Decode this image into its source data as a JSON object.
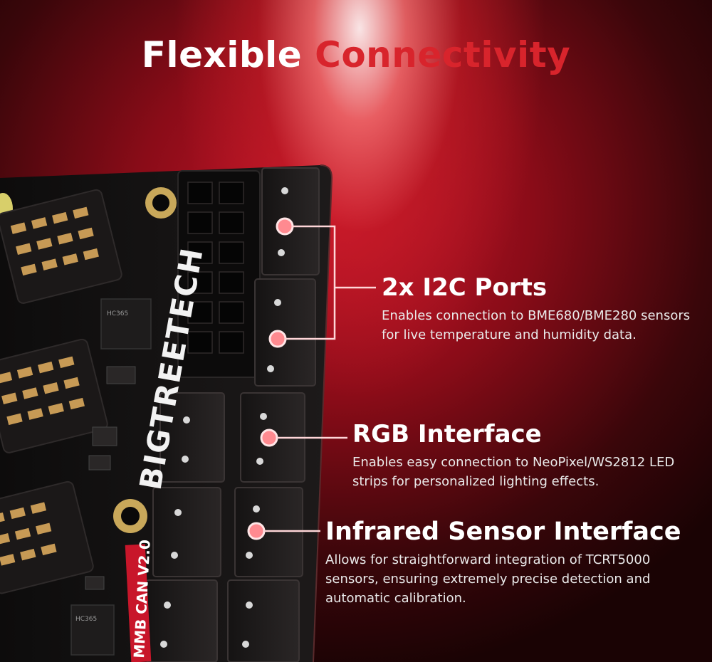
{
  "title": {
    "part1": "Flexible",
    "part2": "Connectivity"
  },
  "features": [
    {
      "title": "2x I2C Ports",
      "description": "Enables connection to BME680/BME280 sensors for live temperature and humidity data."
    },
    {
      "title": "RGB Interface",
      "description": "Enables easy connection to NeoPixel/WS2812 LED strips for personalized lighting effects."
    },
    {
      "title": "Infrared Sensor Interface",
      "description": "Allows for straightforward integration of TCRT5000 sensors, ensuring extremely precise detection and automatic calibration."
    }
  ],
  "board": {
    "brand": "BIGTREETECH",
    "model": "MMB CAN V2.0",
    "chip_label": "HC365"
  },
  "colors": {
    "accent": "#d8242c",
    "glow": "#ff8a90",
    "board": "#161414"
  }
}
